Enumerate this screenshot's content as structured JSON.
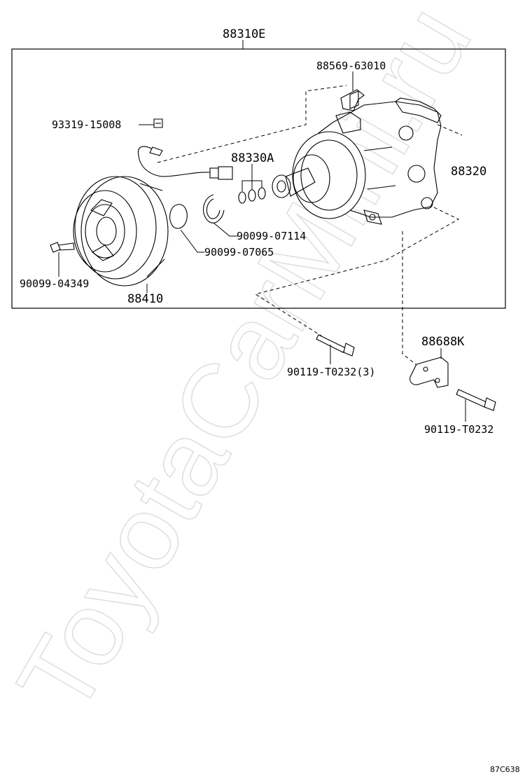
{
  "watermark": "ToyotaCarMini.ru",
  "figure_code": "87C638",
  "labels": {
    "assembly": "88310E",
    "bracket_top": "88569-63010",
    "screw": "93319-15008",
    "compressor": "88320",
    "o_rings": "88330A",
    "snap_ring": "90099-07114",
    "shim": "90099-07065",
    "bolt_clutch": "90099-04349",
    "clutch": "88410",
    "bolt_mount": "90119-T0232(3)",
    "bracket": "88688K",
    "bolt_bracket": "90119-T0232"
  }
}
